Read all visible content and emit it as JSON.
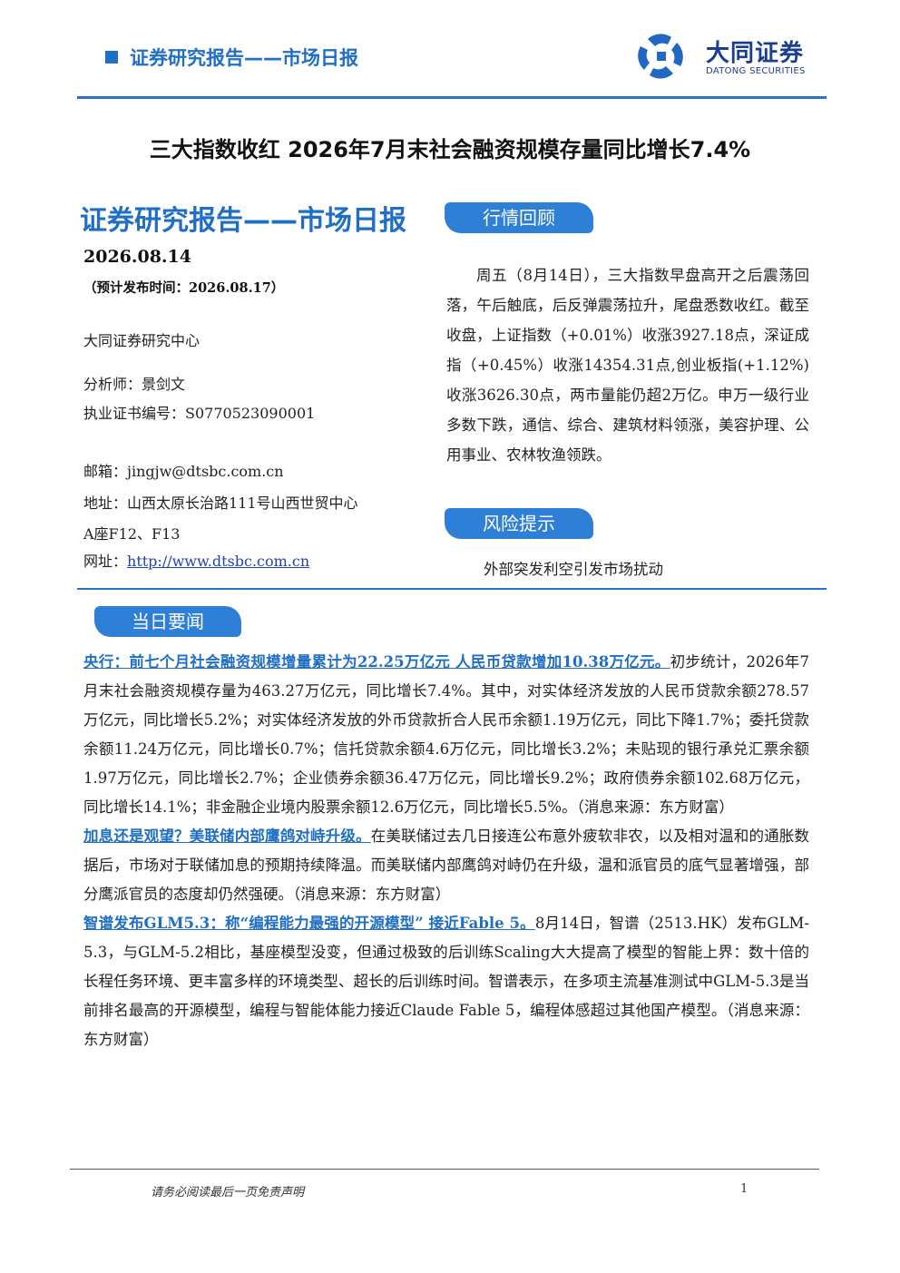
{
  "header": {
    "report_type": "证券研究报告——市场日报",
    "brand_cn": "大同证券",
    "brand_en": "DATONG SECURITIES"
  },
  "main_title": "三大指数收红 2026年7月末社会融资规模存量同比增长7.4%",
  "left": {
    "report_type": "证券研究报告——市场日报",
    "date": "2026.08.14",
    "publish_time": "（预计发布时间：2026.08.17）",
    "institution": "大同证券研究中心",
    "analyst": "分析师：景剑文",
    "license": "执业证书编号：S0770523090001",
    "email": "邮箱：jingjw@dtsbc.com.cn",
    "address_1": "地址：山西太原长治路111号山西世贸中心",
    "address_2": "A座F12、F13",
    "website_label": "网址：",
    "website": "http://www.dtsbc.com.cn"
  },
  "review": {
    "tab": "行情回顾",
    "text": "周五（8月14日），三大指数早盘高开之后震荡回落，午后触底，后反弹震荡拉升，尾盘悉数收红。截至收盘，上证指数（+0.01%）收涨3927.18点，深证成指（+0.45%）收涨14354.31点,创业板指(+1.12%)收涨3626.30点，两市量能仍超2万亿。申万一级行业多数下跌，通信、综合、建筑材料领涨，美容护理、公用事业、农林牧渔领跌。"
  },
  "risk": {
    "tab": "风险提示",
    "text": "外部突发利空引发市场扰动"
  },
  "news": {
    "tab": "当日要闻",
    "items": [
      {
        "headline": "央行：前七个月社会融资规模增量累计为22.25万亿元 人民币贷款增加10.38万亿元。",
        "body": "初步统计，2026年7月末社会融资规模存量为463.27万亿元，同比增长7.4%。其中，对实体经济发放的人民币贷款余额278.57万亿元，同比增长5.2%；对实体经济发放的外币贷款折合人民币余额1.19万亿元，同比下降1.7%；委托贷款余额11.24万亿元，同比增长0.7%；信托贷款余额4.6万亿元，同比增长3.2%；未贴现的银行承兑汇票余额1.97万亿元，同比增长2.7%；企业债券余额36.47万亿元，同比增长9.2%；政府债券余额102.68万亿元，同比增长14.1%；非金融企业境内股票余额12.6万亿元，同比增长5.5%。（消息来源：东方财富）"
      },
      {
        "headline": "加息还是观望？美联储内部鹰鸽对峙升级。",
        "body": "在美联储过去几日接连公布意外疲软非农，以及相对温和的通胀数据后，市场对于联储加息的预期持续降温。而美联储内部鹰鸽对峙仍在升级，温和派官员的底气显著增强，部分鹰派官员的态度却仍然强硬。（消息来源：东方财富）"
      },
      {
        "headline": "智谱发布GLM5.3：称“编程能力最强的开源模型” 接近Fable 5。",
        "body": "8月14日，智谱（2513.HK）发布GLM-5.3，与GLM-5.2相比，基座模型没变，但通过极致的后训练Scaling大大提高了模型的智能上界：数十倍的长程任务环境、更丰富多样的环境类型、超长的后训练时间。智谱表示，在多项主流基准测试中GLM-5.3是当前排名最高的开源模型，编程与智能体能力接近Claude Fable 5，编程体感超过其他国产模型。（消息来源：东方财富）"
      }
    ]
  },
  "footer": {
    "disclaimer": "请务必阅读最后一页免责声明",
    "page": "1"
  },
  "colors": {
    "accent": "#1f6fc5",
    "tab_bg": "#2e7fd6",
    "brand": "#1a3f8f"
  }
}
